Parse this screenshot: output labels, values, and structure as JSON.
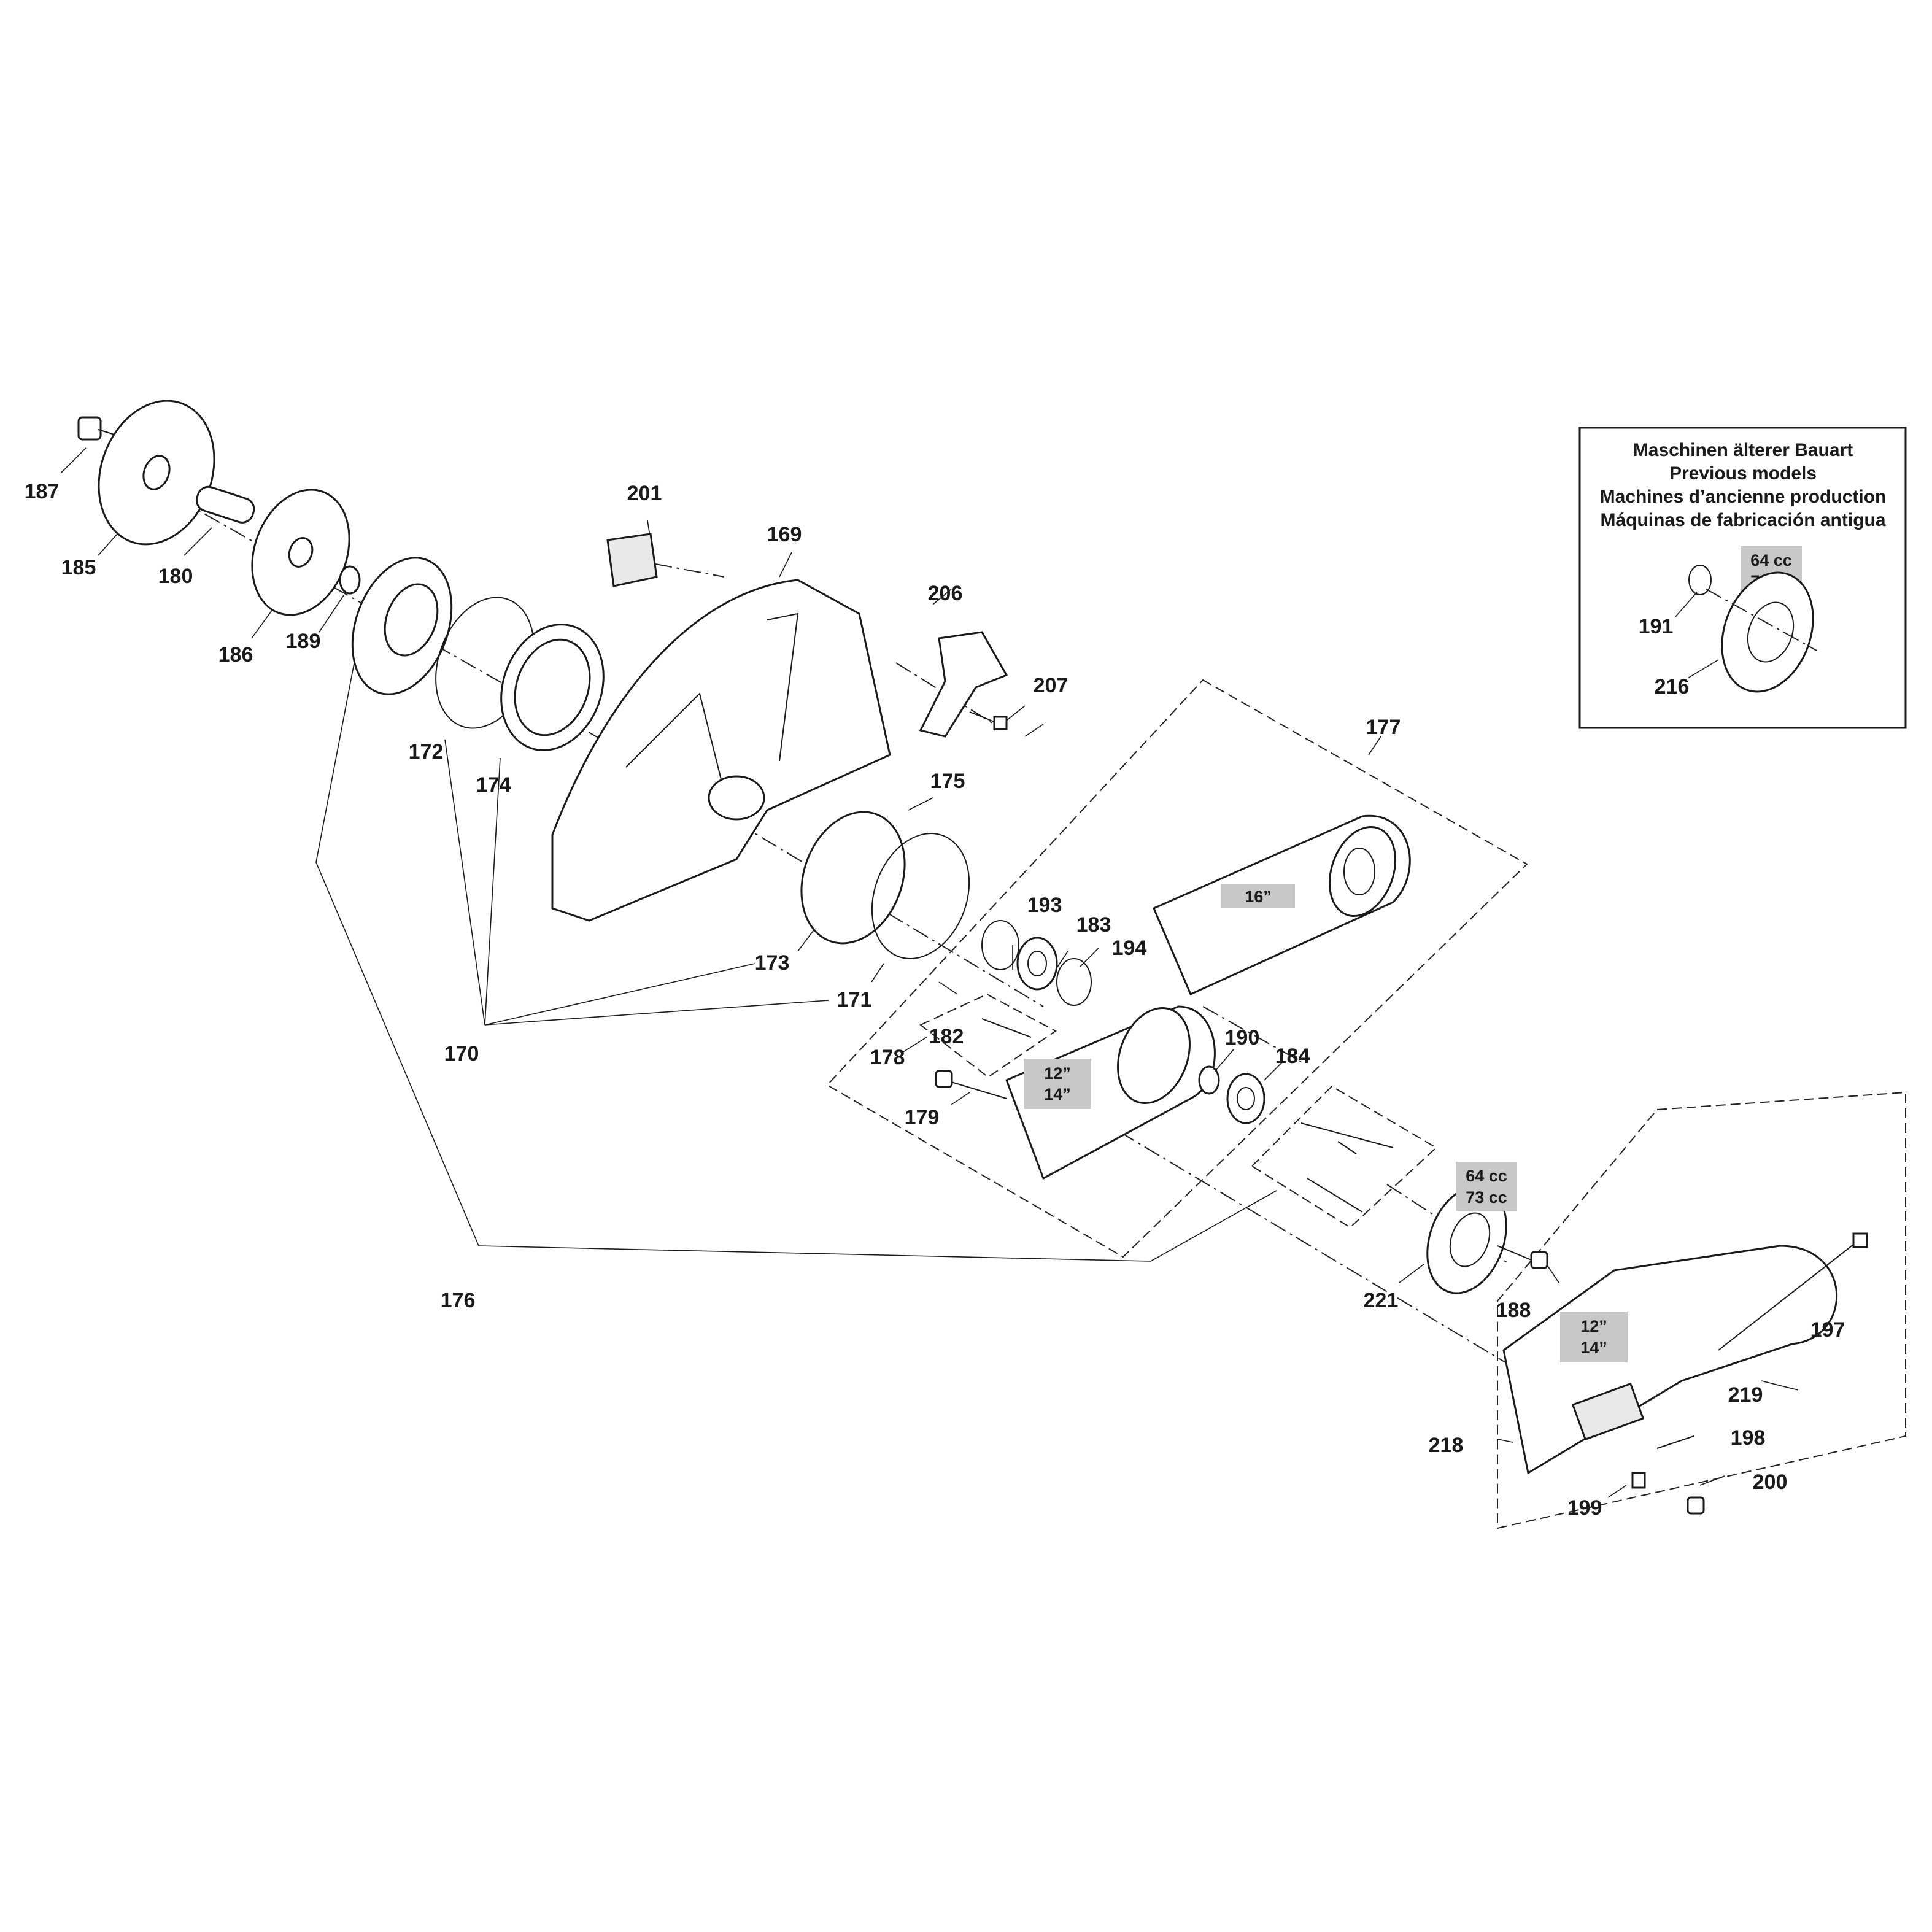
{
  "parts": {
    "p169": "169",
    "p170": "170",
    "p171": "171",
    "p172": "172",
    "p173": "173",
    "p174": "174",
    "p175": "175",
    "p176": "176",
    "p177": "177",
    "p178": "178",
    "p179": "179",
    "p180": "180",
    "p182": "182",
    "p183": "183",
    "p184": "184",
    "p185": "185",
    "p186": "186",
    "p187": "187",
    "p188": "188",
    "p189": "189",
    "p190": "190",
    "p193": "193",
    "p194": "194",
    "p197": "197",
    "p198": "198",
    "p199": "199",
    "p200": "200",
    "p201": "201",
    "p206": "206",
    "p207": "207",
    "p218": "218",
    "p219": "219",
    "p221": "221",
    "inset191": "191",
    "inset216": "216"
  },
  "badges": {
    "arm_large": "16”",
    "arm_small_line1": "12”",
    "arm_small_line2": "14”",
    "pulley_line1": "64 cc",
    "pulley_line2": "73 cc",
    "cover_line1": "12”",
    "cover_line2": "14”",
    "inset_line1": "64 cc",
    "inset_line2": "73 cc"
  },
  "inset": {
    "title_de": "Maschinen älterer Bauart",
    "title_en": "Previous models",
    "title_fr": "Machines d’ancienne production",
    "title_es": "Máquinas de fabricación antigua"
  }
}
